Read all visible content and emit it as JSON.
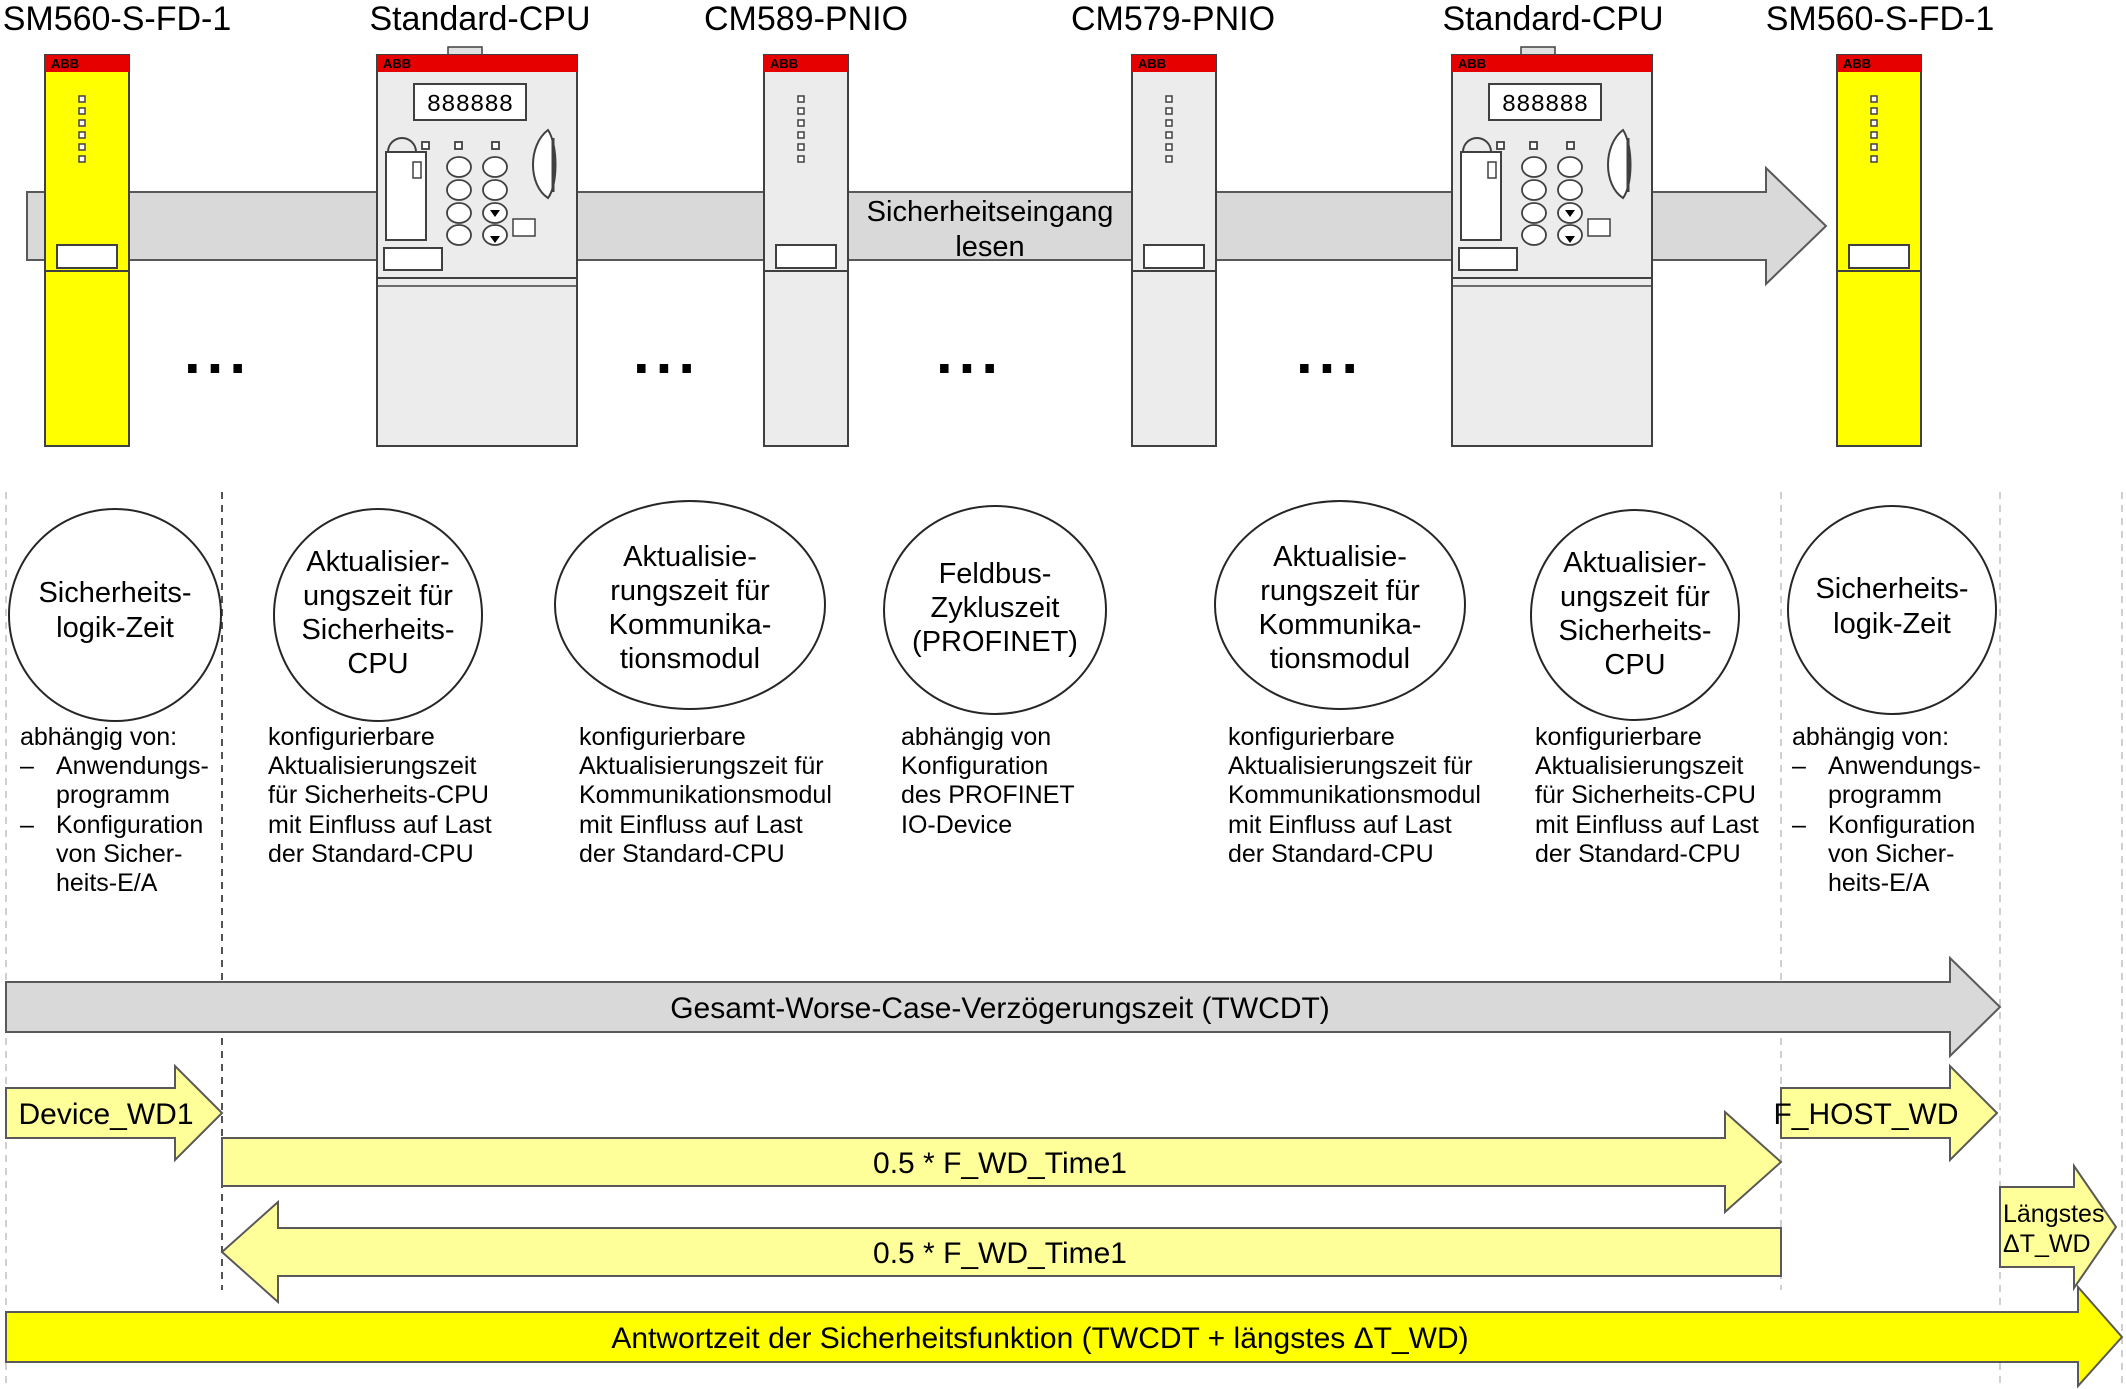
{
  "modules": [
    {
      "label": "SM560-S-FD-1",
      "type": "sm560",
      "logo": "ABB"
    },
    {
      "label": "Standard-CPU",
      "type": "cpu",
      "logo": "ABB",
      "display": "888888"
    },
    {
      "label": "CM589-PNIO",
      "type": "cm",
      "logo": "ABB"
    },
    {
      "label": "CM579-PNIO",
      "type": "cm",
      "logo": "ABB"
    },
    {
      "label": "Standard-CPU",
      "type": "cpu",
      "logo": "ABB",
      "display": "888888"
    },
    {
      "label": "SM560-S-FD-1",
      "type": "sm560",
      "logo": "ABB"
    }
  ],
  "ellipsis": "...",
  "flow_arrow": {
    "line1": "Sicherheitseingang",
    "line2": "lesen"
  },
  "stages": [
    {
      "circle": [
        "Sicherheits-",
        "logik-Zeit"
      ],
      "desc_intro": "abhängig von:",
      "desc_list": [
        [
          "Anwendungs-",
          "programm"
        ],
        [
          "Konfiguration",
          "von Sicher-",
          "heits-E/A"
        ]
      ]
    },
    {
      "circle": [
        "Aktualisier-",
        "ungszeit für",
        "Sicherheits-",
        "CPU"
      ],
      "desc": [
        "konfigurierbare",
        "Aktualisierungszeit",
        "für Sicherheits-CPU",
        "mit Einfluss auf Last",
        "der Standard-CPU"
      ]
    },
    {
      "circle": [
        "Aktualisie-",
        "rungszeit für",
        "Kommunika-",
        "tionsmodul"
      ],
      "desc": [
        "konfigurierbare",
        "Aktualisierungszeit für",
        "Kommunikationsmodul",
        "mit Einfluss auf Last",
        "der Standard-CPU"
      ]
    },
    {
      "circle": [
        "Feldbus-",
        "Zykluszeit",
        "(PROFINET)"
      ],
      "desc": [
        "abhängig von",
        "Konfiguration",
        "des PROFINET",
        "IO-Device"
      ]
    },
    {
      "circle": [
        "Aktualisie-",
        "rungszeit für",
        "Kommunika-",
        "tionsmodul"
      ],
      "desc": [
        "konfigurierbare",
        "Aktualisierungszeit für",
        "Kommunikationsmodul",
        "mit Einfluss auf Last",
        "der Standard-CPU"
      ]
    },
    {
      "circle": [
        "Aktualisier-",
        "ungszeit für",
        "Sicherheits-",
        "CPU"
      ],
      "desc": [
        "konfigurierbare",
        "Aktualisierungszeit",
        "für Sicherheits-CPU",
        "mit Einfluss auf Last",
        "der Standard-CPU"
      ]
    },
    {
      "circle": [
        "Sicherheits-",
        "logik-Zeit"
      ],
      "desc_intro": "abhängig von:",
      "desc_list": [
        [
          "Anwendungs-",
          "programm"
        ],
        [
          "Konfiguration",
          "von Sicher-",
          "heits-E/A"
        ]
      ]
    }
  ],
  "list_dash": "–",
  "timing_bars": {
    "twcdt": "Gesamt-Worse-Case-Verzögerungszeit (TWCDT)",
    "device_wd1": "Device_WD1",
    "f_host_wd": "F_HOST_WD",
    "f_wd_time_forward": "0.5 * F_WD_Time1",
    "f_wd_time_back": "0.5 * F_WD_Time1",
    "longest_dt_wd": [
      "Längstes",
      "ΔT_WD"
    ],
    "response_time": "Antwortzeit der Sicherheitsfunktion (TWCDT + längstes ΔT_WD)"
  },
  "colors": {
    "safety_yellow": "#ffff00",
    "light_yellow": "#ffff99",
    "bar_gray": "#d9d9d9",
    "module_gray": "#ececec",
    "abb_red": "#e60000",
    "outline": "#404040"
  }
}
